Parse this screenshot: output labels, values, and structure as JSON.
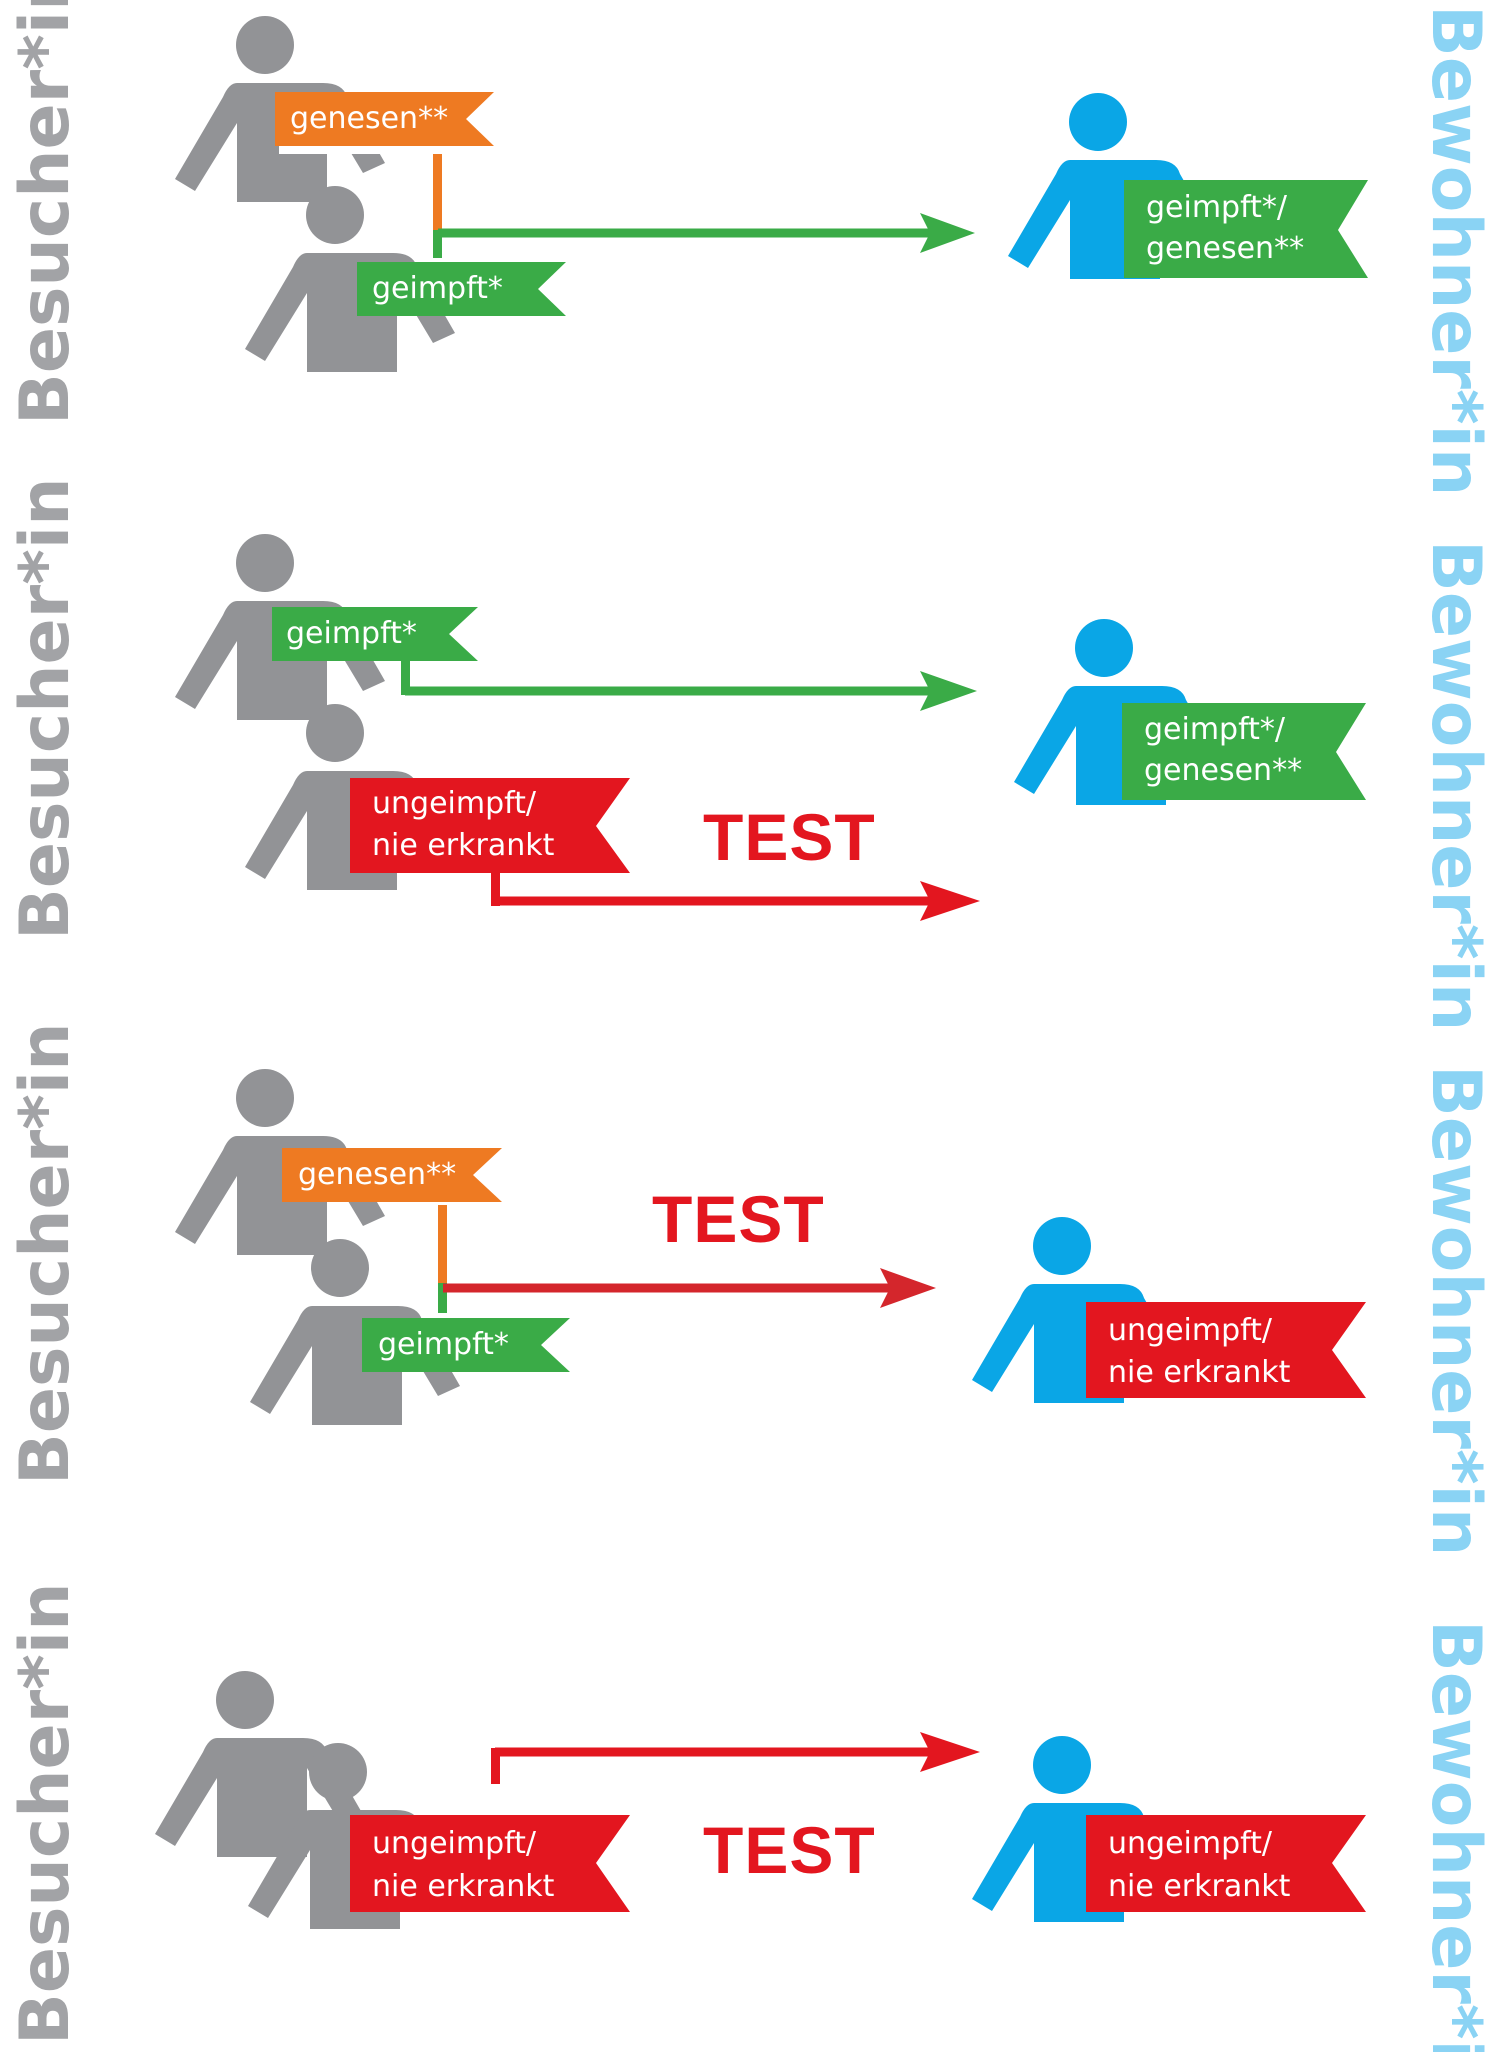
{
  "labels": {
    "visitor": "Besucher*in",
    "resident": "Bewohner*in"
  },
  "colors": {
    "visitor_person": "#929396",
    "resident_person": "#0aa6e6",
    "visitor_label": "#a2a3a6",
    "resident_label": "#8ad3f4",
    "green": "#3aab47",
    "orange": "#ee7a22",
    "red": "#e3161f",
    "dark_red": "#d4262c"
  },
  "flags": {
    "genesen": "genesen**",
    "geimpft": "geimpft*",
    "geimpft_genesen_line1": "geimpft*/",
    "geimpft_genesen_line2": "genesen**",
    "ungeimpft_line1": "ungeimpft/",
    "ungeimpft_line2": "nie erkrankt"
  },
  "test_label": "TEST",
  "scenarios": [
    {
      "visitor_flags": [
        "genesen**",
        "geimpft*"
      ],
      "resident_flag": [
        "geimpft*/",
        "genesen**"
      ],
      "test": false
    },
    {
      "visitor_flags": [
        "geimpft*",
        "ungeimpft/ nie erkrankt"
      ],
      "resident_flag": [
        "geimpft*/",
        "genesen**"
      ],
      "test": true
    },
    {
      "visitor_flags": [
        "genesen**",
        "geimpft*"
      ],
      "resident_flag": [
        "ungeimpft/",
        "nie erkrankt"
      ],
      "test": true
    },
    {
      "visitor_flags": [
        "ungeimpft/ nie erkrankt"
      ],
      "resident_flag": [
        "ungeimpft/",
        "nie erkrankt"
      ],
      "test": true
    }
  ]
}
